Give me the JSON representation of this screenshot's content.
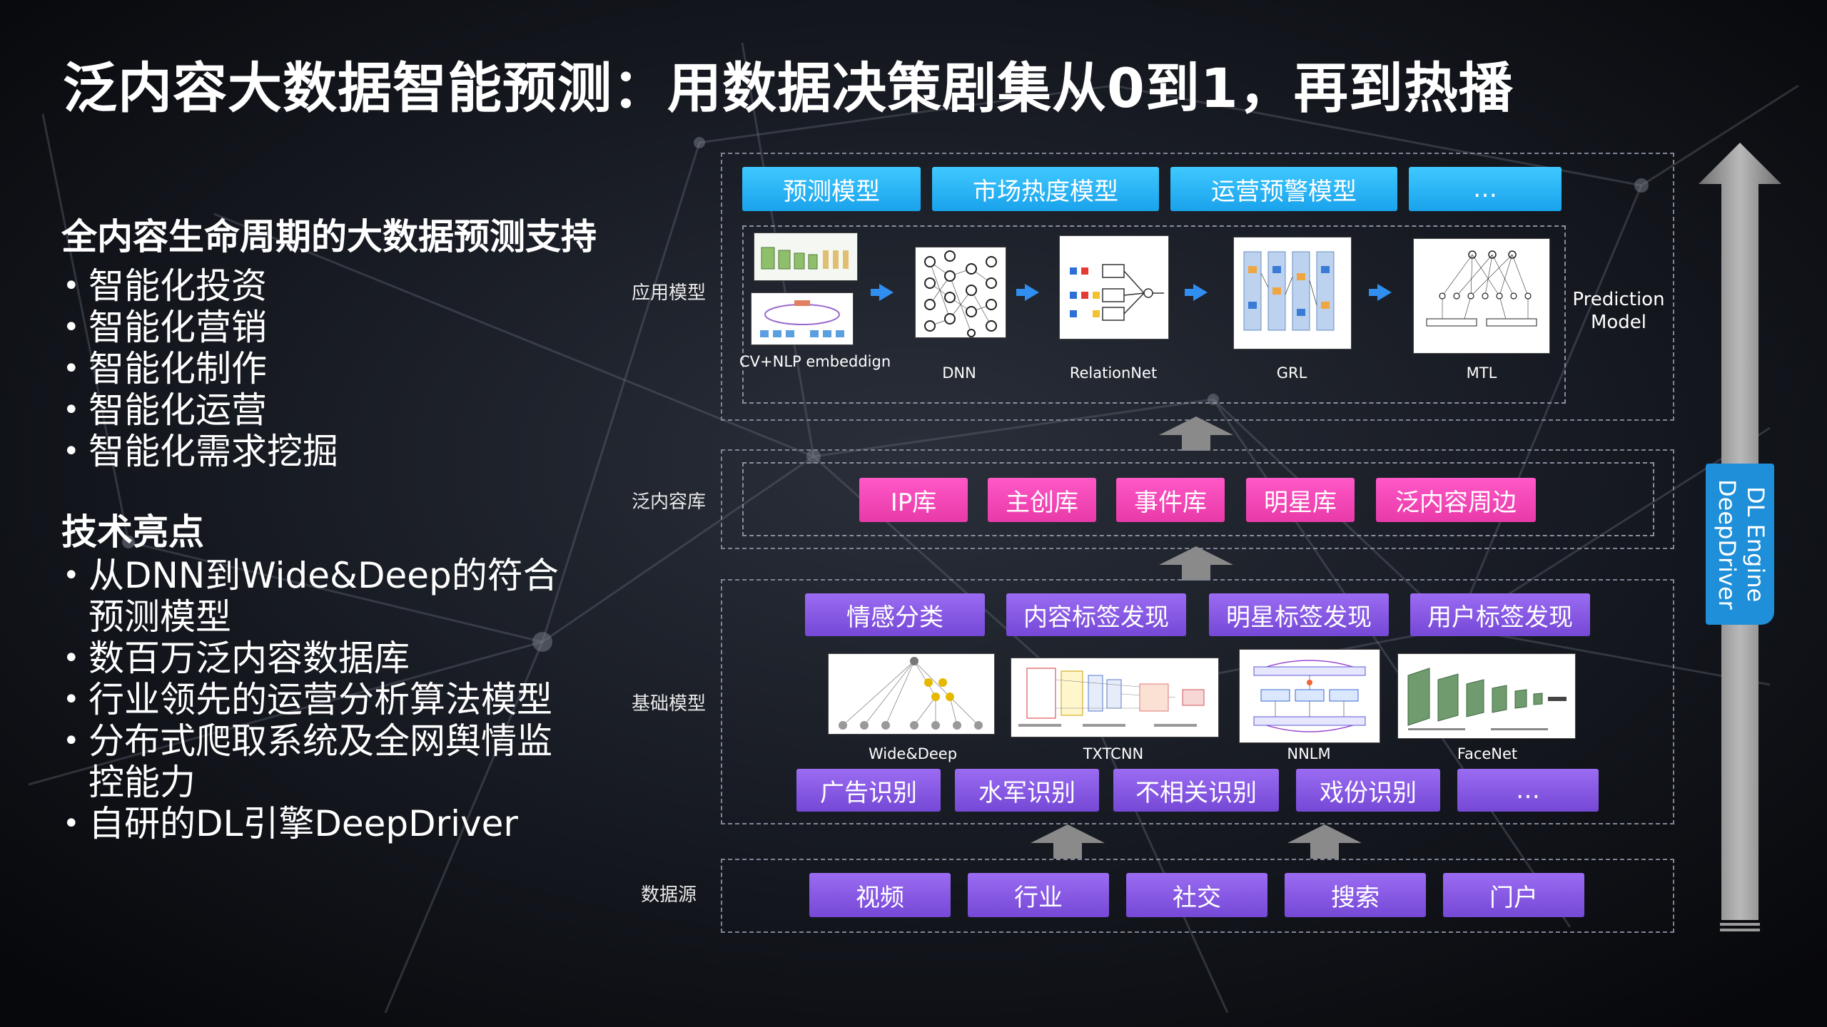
{
  "title": "泛内容大数据智能预测：用数据决策剧集从0到1，再到热播",
  "left": {
    "section1_heading": "全内容生命周期的大数据预测支持",
    "section1_items": [
      "智能化投资",
      "智能化营销",
      "智能化制作",
      "智能化运营",
      "智能化需求挖掘"
    ],
    "section2_heading": "技术亮点",
    "section2_items": [
      "从DNN到Wide&Deep的符合预测模型",
      "数百万泛内容数据库",
      "行业领先的运营分析算法模型",
      "分布式爬取系统及全网舆情监控能力",
      "自研的DL引擎DeepDriver"
    ]
  },
  "layers": {
    "app": {
      "label": "应用模型",
      "tags": [
        "预测模型",
        "市场热度模型",
        "运营预警模型",
        "…"
      ],
      "models": [
        "CV+NLP embeddign",
        "DNN",
        "RelationNet",
        "GRL",
        "MTL"
      ],
      "side_label": "Prediction Model"
    },
    "content": {
      "label": "泛内容库",
      "tags": [
        "IP库",
        "主创库",
        "事件库",
        "明星库",
        "泛内容周边"
      ]
    },
    "base": {
      "label": "基础模型",
      "top_tags": [
        "情感分类",
        "内容标签发现",
        "明星标签发现",
        "用户标签发现"
      ],
      "models": [
        "Wide&Deep",
        "TXTCNN",
        "NNLM",
        "FaceNet"
      ],
      "bottom_tags": [
        "广告识别",
        "水军识别",
        "不相关识别",
        "戏份识别",
        "…"
      ]
    },
    "source": {
      "label": "数据源",
      "tags": [
        "视频",
        "行业",
        "社交",
        "搜索",
        "门户"
      ]
    }
  },
  "engine_label": "DL Engine DeepDriver",
  "colors": {
    "cyan": "#29b6f6",
    "pink": "#f04bb8",
    "violet": "#8656e4",
    "arrow_gray": "#8a8a8a",
    "engine_blue": "#1e8fd8"
  }
}
